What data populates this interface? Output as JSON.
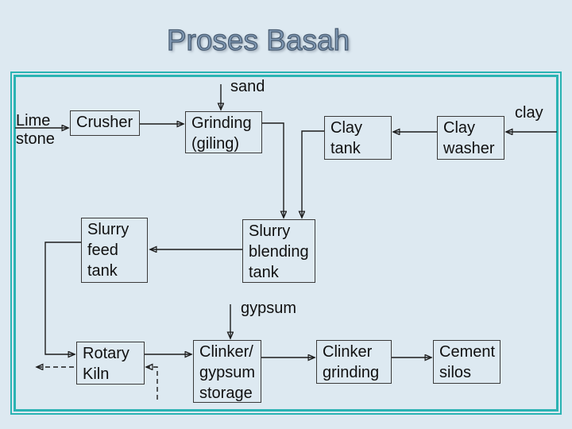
{
  "slide": {
    "title": "Proses Basah",
    "colors": {
      "background": "#dde9f1",
      "frame_teal": "#2bb3b3",
      "title_blue": "#7f98b3",
      "line_dark": "#1c1c1c"
    }
  },
  "diagram": {
    "nodes": {
      "crusher": {
        "lines": [
          "Crusher"
        ]
      },
      "grinding": {
        "lines": [
          "Grinding",
          "(giling)"
        ]
      },
      "clay_tank": {
        "lines": [
          "Clay",
          "tank"
        ]
      },
      "clay_washer": {
        "lines": [
          "Clay",
          "washer"
        ]
      },
      "slurry_feed_tank": {
        "lines": [
          "Slurry",
          "feed",
          "tank"
        ]
      },
      "slurry_blending_tank": {
        "lines": [
          "Slurry",
          "blending",
          "tank"
        ]
      },
      "rotary_kiln": {
        "lines": [
          "Rotary",
          "Kiln"
        ]
      },
      "clinker_gypsum_storage": {
        "lines": [
          "Clinker/",
          "gypsum",
          "storage"
        ]
      },
      "clinker_grinding": {
        "lines": [
          "Clinker",
          "grinding"
        ]
      },
      "cement_silos": {
        "lines": [
          "Cement",
          "silos"
        ]
      }
    },
    "material_labels": {
      "limestone": {
        "lines": [
          "Lime",
          "stone"
        ]
      },
      "sand": {
        "lines": [
          "sand"
        ]
      },
      "clay": {
        "lines": [
          "clay"
        ]
      },
      "gypsum": {
        "lines": [
          "gypsum"
        ]
      }
    },
    "edges": [
      {
        "from": "limestone",
        "to": "crusher",
        "style": "solid"
      },
      {
        "from": "crusher",
        "to": "grinding",
        "style": "solid"
      },
      {
        "from": "sand",
        "to": "grinding",
        "style": "solid"
      },
      {
        "from": "clay",
        "to": "clay_washer",
        "style": "solid"
      },
      {
        "from": "clay_washer",
        "to": "clay_tank",
        "style": "solid"
      },
      {
        "from": "grinding",
        "to": "slurry_blending_tank",
        "style": "solid"
      },
      {
        "from": "clay_tank",
        "to": "slurry_blending_tank",
        "style": "solid"
      },
      {
        "from": "slurry_blending_tank",
        "to": "slurry_feed_tank",
        "style": "solid"
      },
      {
        "from": "slurry_feed_tank",
        "to": "rotary_kiln",
        "style": "solid"
      },
      {
        "from": "rotary_kiln",
        "to": "clinker_gypsum_storage",
        "style": "solid"
      },
      {
        "from": "gypsum",
        "to": "clinker_gypsum_storage",
        "style": "solid"
      },
      {
        "from": "clinker_gypsum_storage",
        "to": "clinker_grinding",
        "style": "solid"
      },
      {
        "from": "clinker_grinding",
        "to": "cement_silos",
        "style": "solid"
      },
      {
        "from": "rotary_kiln",
        "to": "exhaust-left",
        "style": "dashed"
      },
      {
        "from": "return-below",
        "to": "rotary_kiln",
        "style": "dashed"
      }
    ]
  }
}
